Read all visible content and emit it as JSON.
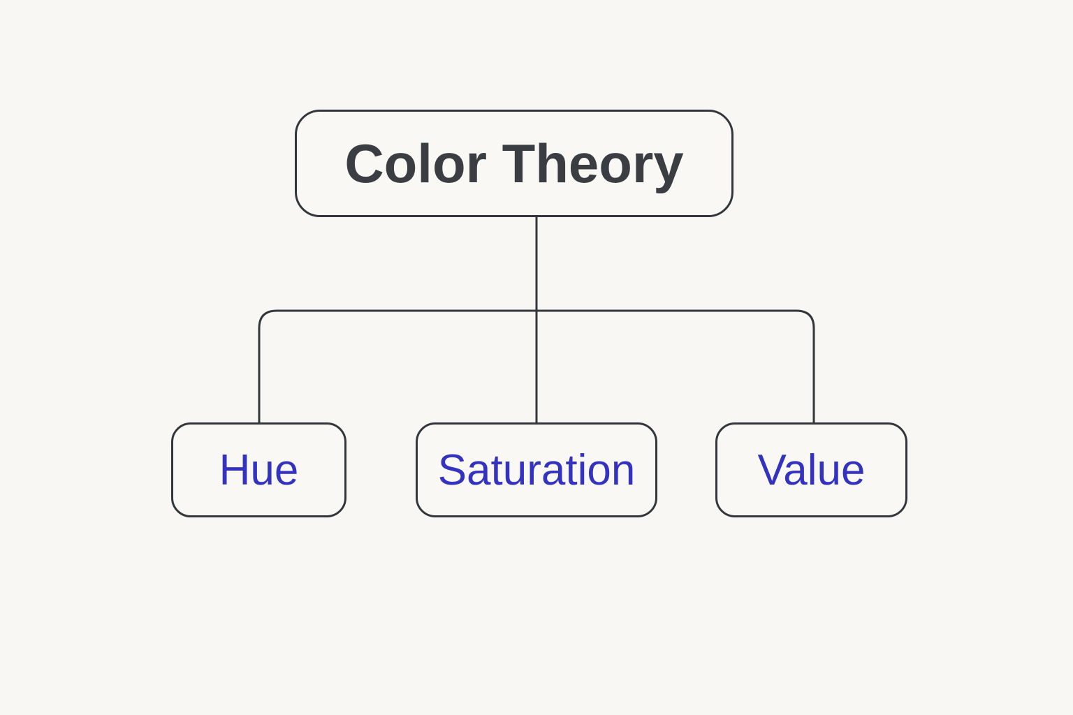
{
  "diagram": {
    "root": {
      "label": "Color Theory"
    },
    "children": [
      {
        "label": "Hue"
      },
      {
        "label": "Saturation"
      },
      {
        "label": "Value"
      }
    ],
    "colors": {
      "background": "#f9f7f3",
      "stroke": "#33373b",
      "root_text": "#3a3e42",
      "child_text": "#3333bf"
    }
  }
}
